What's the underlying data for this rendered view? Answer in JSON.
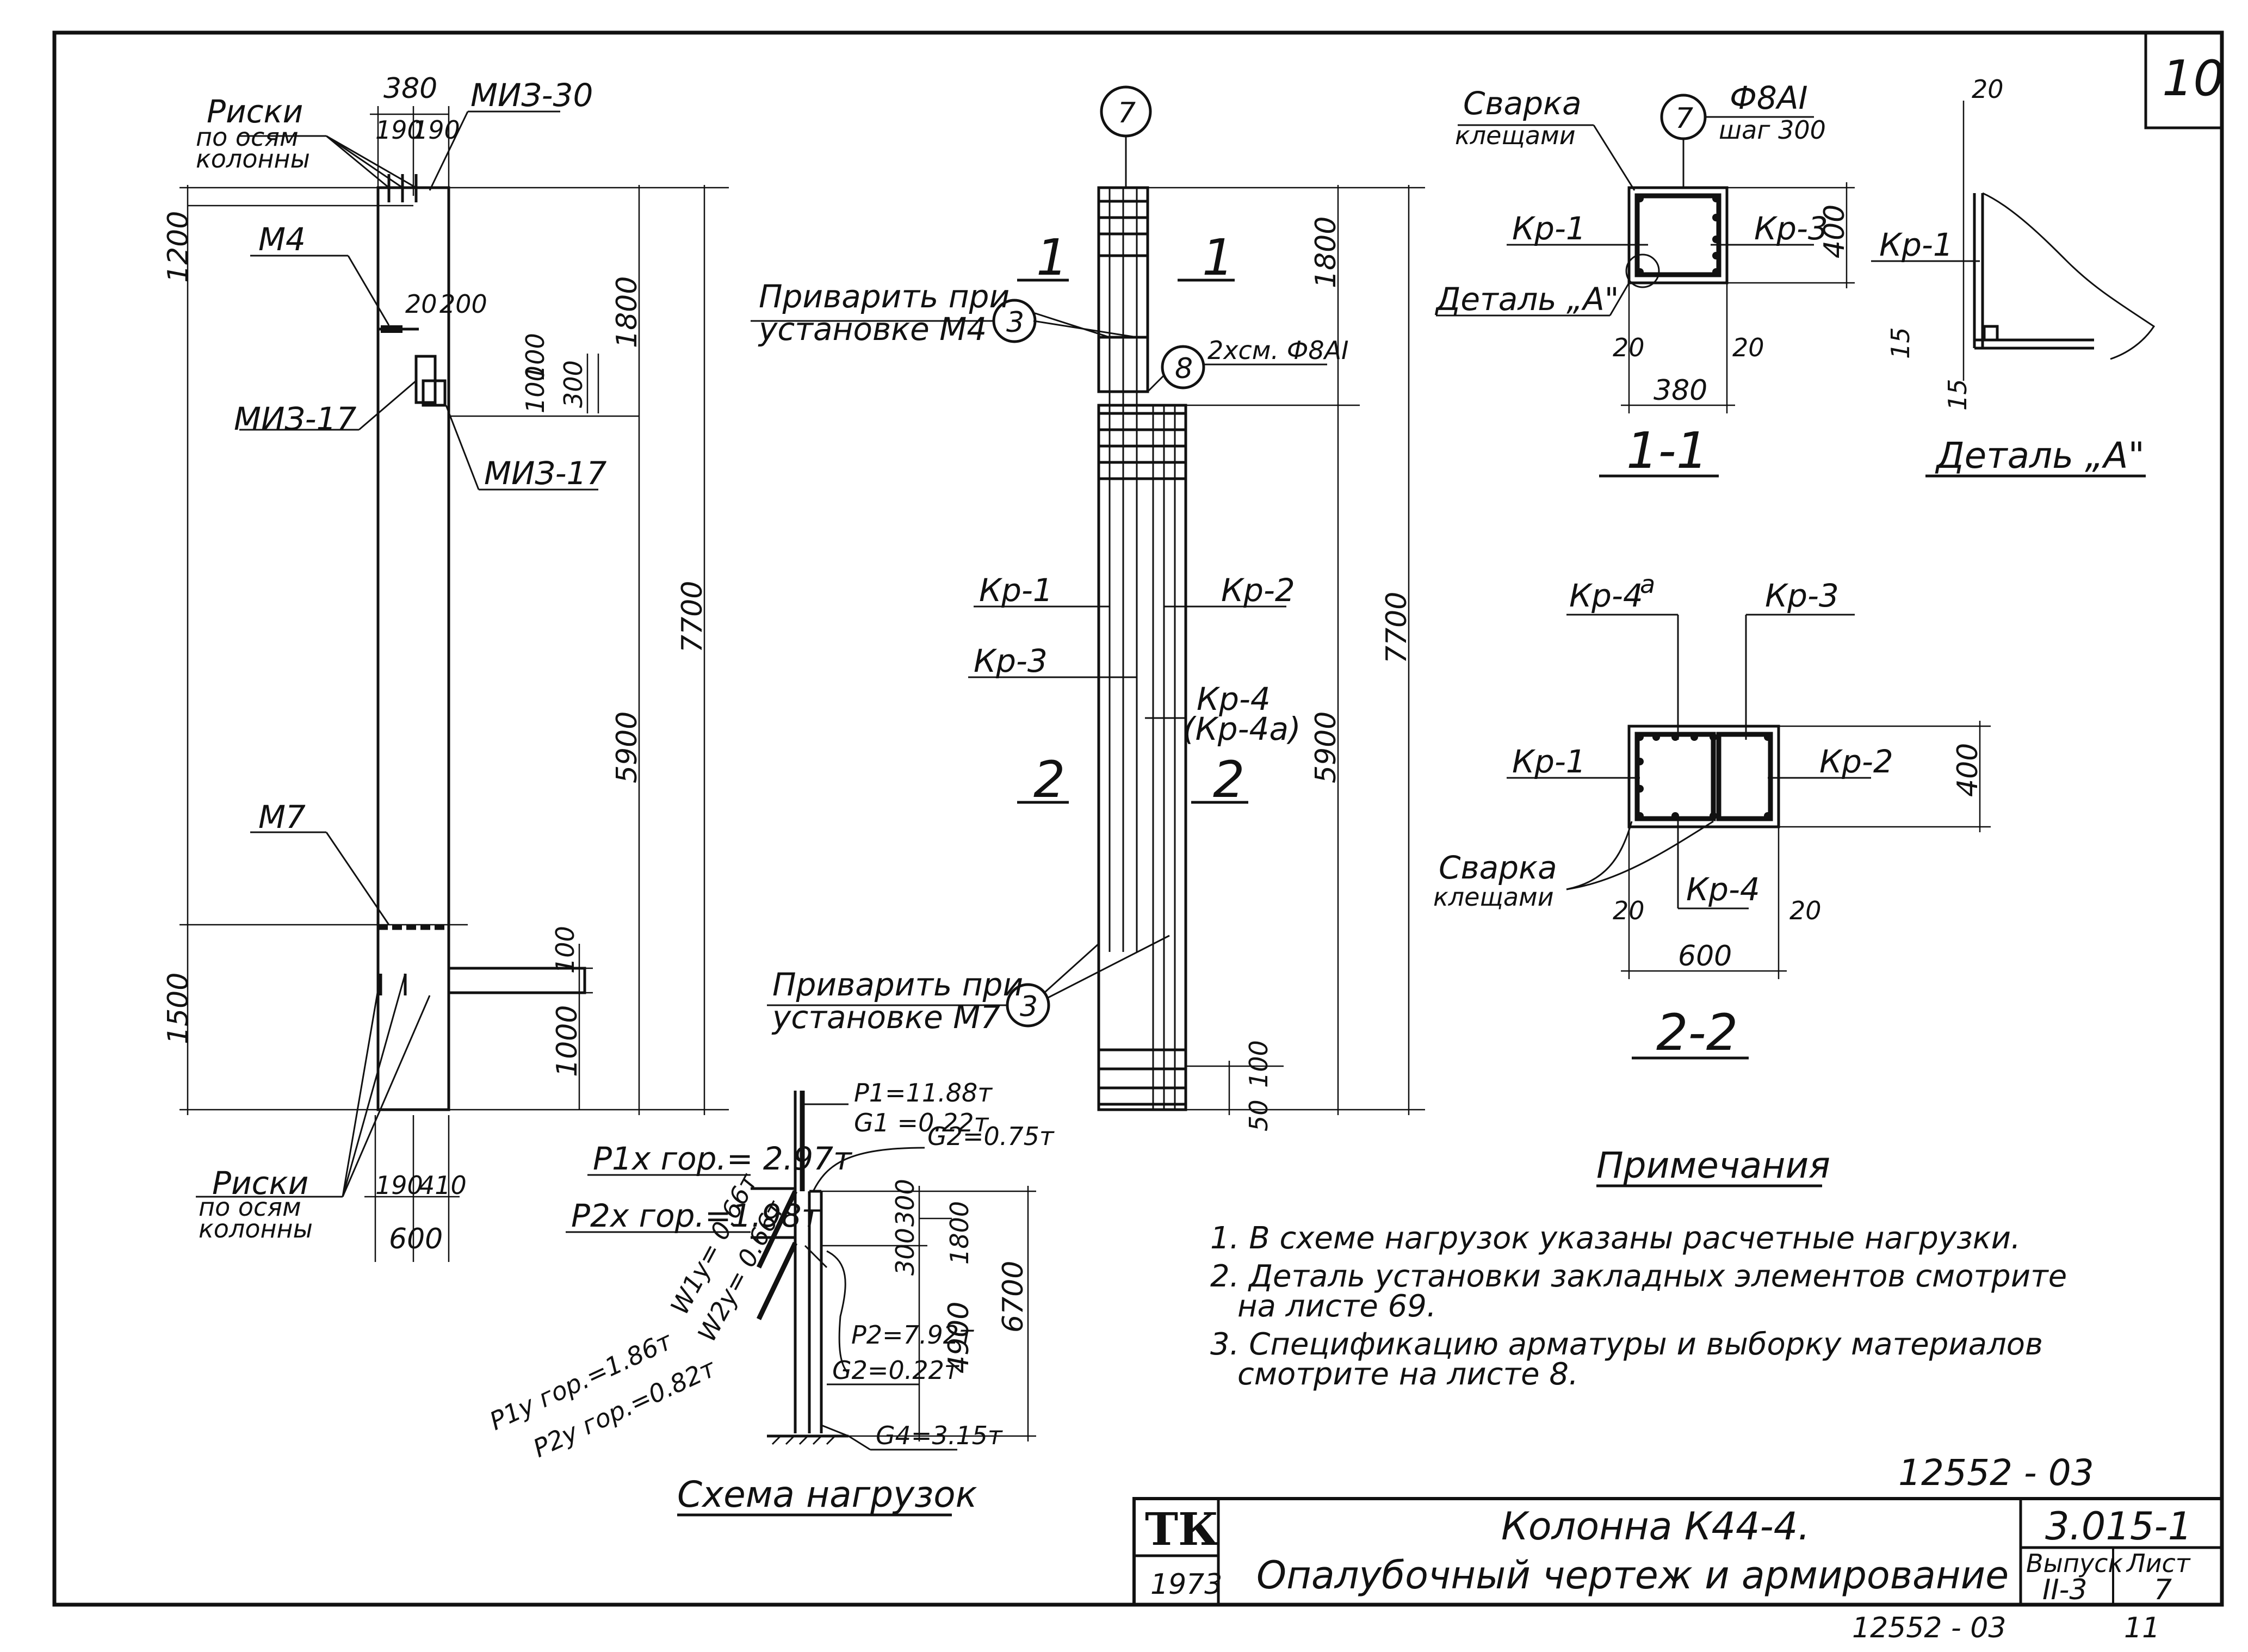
{
  "sheet": {
    "sheet_mark": "10",
    "doc_code": "12552 - 03",
    "doc_code_bottom": "12552 - 03",
    "page_bottom": "11"
  },
  "title_block": {
    "org": "ТК",
    "year": "1973",
    "title_line1": "Колонна К44-4.",
    "title_line2": "Опалубочный чертеж и армирование",
    "series": "3.015-1",
    "issue_label": "Выпуск",
    "issue_value": "II-3",
    "sheet_label": "Лист",
    "sheet_value": "7"
  },
  "elevation": {
    "label_riski_top_1": "Риски",
    "label_riski_top_2": "по осям",
    "label_riski_top_3": "колонны",
    "label_riski_bot_1": "Риски",
    "label_riski_bot_2": "по осям",
    "label_riski_bot_3": "колонны",
    "label_miz30": "МИЗ-30",
    "label_m4": "М4",
    "label_miz17_left": "МИЗ-17",
    "label_miz17_right": "МИЗ-17",
    "label_m7": "М7",
    "dim_380": "380",
    "dim_190a": "190",
    "dim_190b": "190",
    "dim_1200": "1200",
    "dim_1800": "1800",
    "dim_7700": "7700",
    "dim_5900": "5900",
    "dim_20": "20",
    "dim_200": "200",
    "dim_100a": "100",
    "dim_100b": "100",
    "dim_300": "300",
    "dim_1500": "1500",
    "dim_100c": "100",
    "dim_1000": "1000",
    "dim_190c": "190",
    "dim_410": "410",
    "dim_600": "600"
  },
  "rebar": {
    "bubble_7": "7",
    "bubble_3a": "3",
    "bubble_3b": "3",
    "bubble_8": "8",
    "label_weld_m4_1": "Приварить при",
    "label_weld_m4_2": "установке М4",
    "label_weld_m7_1": "Приварить при",
    "label_weld_m7_2": "установке М7",
    "label_8": "2хсм. Ф8АI",
    "sec1_left": "1",
    "sec1_right": "1",
    "sec2_left": "2",
    "sec2_right": "2",
    "label_kr1": "Кр-1",
    "label_kr2": "Кр-2",
    "label_kr3": "Кр-3",
    "label_kr4": "Кр-4",
    "label_kr4a": "(Кр-4а)",
    "dim_1800": "1800",
    "dim_5900": "5900",
    "dim_7700": "7700",
    "dim_100": "100",
    "dim_50": "50"
  },
  "section11": {
    "label_weld_1": "Сварка",
    "label_weld_2": "клещами",
    "bubble_7": "7",
    "label_f8": "Ф8АI",
    "label_step": "шаг 300",
    "label_kr1": "Кр-1",
    "label_kr3": "Кр-3",
    "label_detail": "Деталь „А\"",
    "dim_400": "400",
    "dim_20a": "20",
    "dim_20b": "20",
    "dim_380": "380",
    "title": "1-1"
  },
  "detailA": {
    "dim_20": "20",
    "label_kr1": "Кр-1",
    "dim_15a": "15",
    "dim_15b": "15",
    "title": "Деталь „А\""
  },
  "section22": {
    "label_kr4a": "Кр-4",
    "label_kr4a_sup": "а",
    "label_kr3": "Кр-3",
    "label_kr1": "Кр-1",
    "label_kr2": "Кр-2",
    "label_kr4": "Кр-4",
    "label_weld_1": "Сварка",
    "label_weld_2": "клещами",
    "dim_400": "400",
    "dim_20a": "20",
    "dim_20b": "20",
    "dim_600": "600",
    "title": "2-2"
  },
  "loads": {
    "title": "Схема нагрузок",
    "p1": "P1=11.88т",
    "g1": "G1 =0.22т",
    "g2top": "G2=0.75т",
    "p1x": "P1x гор.= 2.97т",
    "p2x": "P2x гор.=1.98т",
    "w1": "W1y= 0.66т",
    "w2": "W2y= 0.66т",
    "p1y": "P1y гор.=1.86т",
    "p2y": "P2y гор.=0.82т",
    "p2": "P2=7.92т",
    "g2": "G2=0.22т",
    "g4": "G4=3.15т",
    "dim_300a": "300",
    "dim_300b": "300",
    "dim_1800": "1800",
    "dim_4900": "4900",
    "dim_6700": "6700"
  },
  "notes": {
    "heading": "Примечания",
    "n1": "1. В схеме нагрузок указаны расчетные нагрузки.",
    "n2a": "2. Деталь установки закладных элементов смотрите",
    "n2b": "на листе 69.",
    "n3a": "3. Спецификацию арматуры и выборку материалов",
    "n3b": "смотрите на листе 8."
  }
}
